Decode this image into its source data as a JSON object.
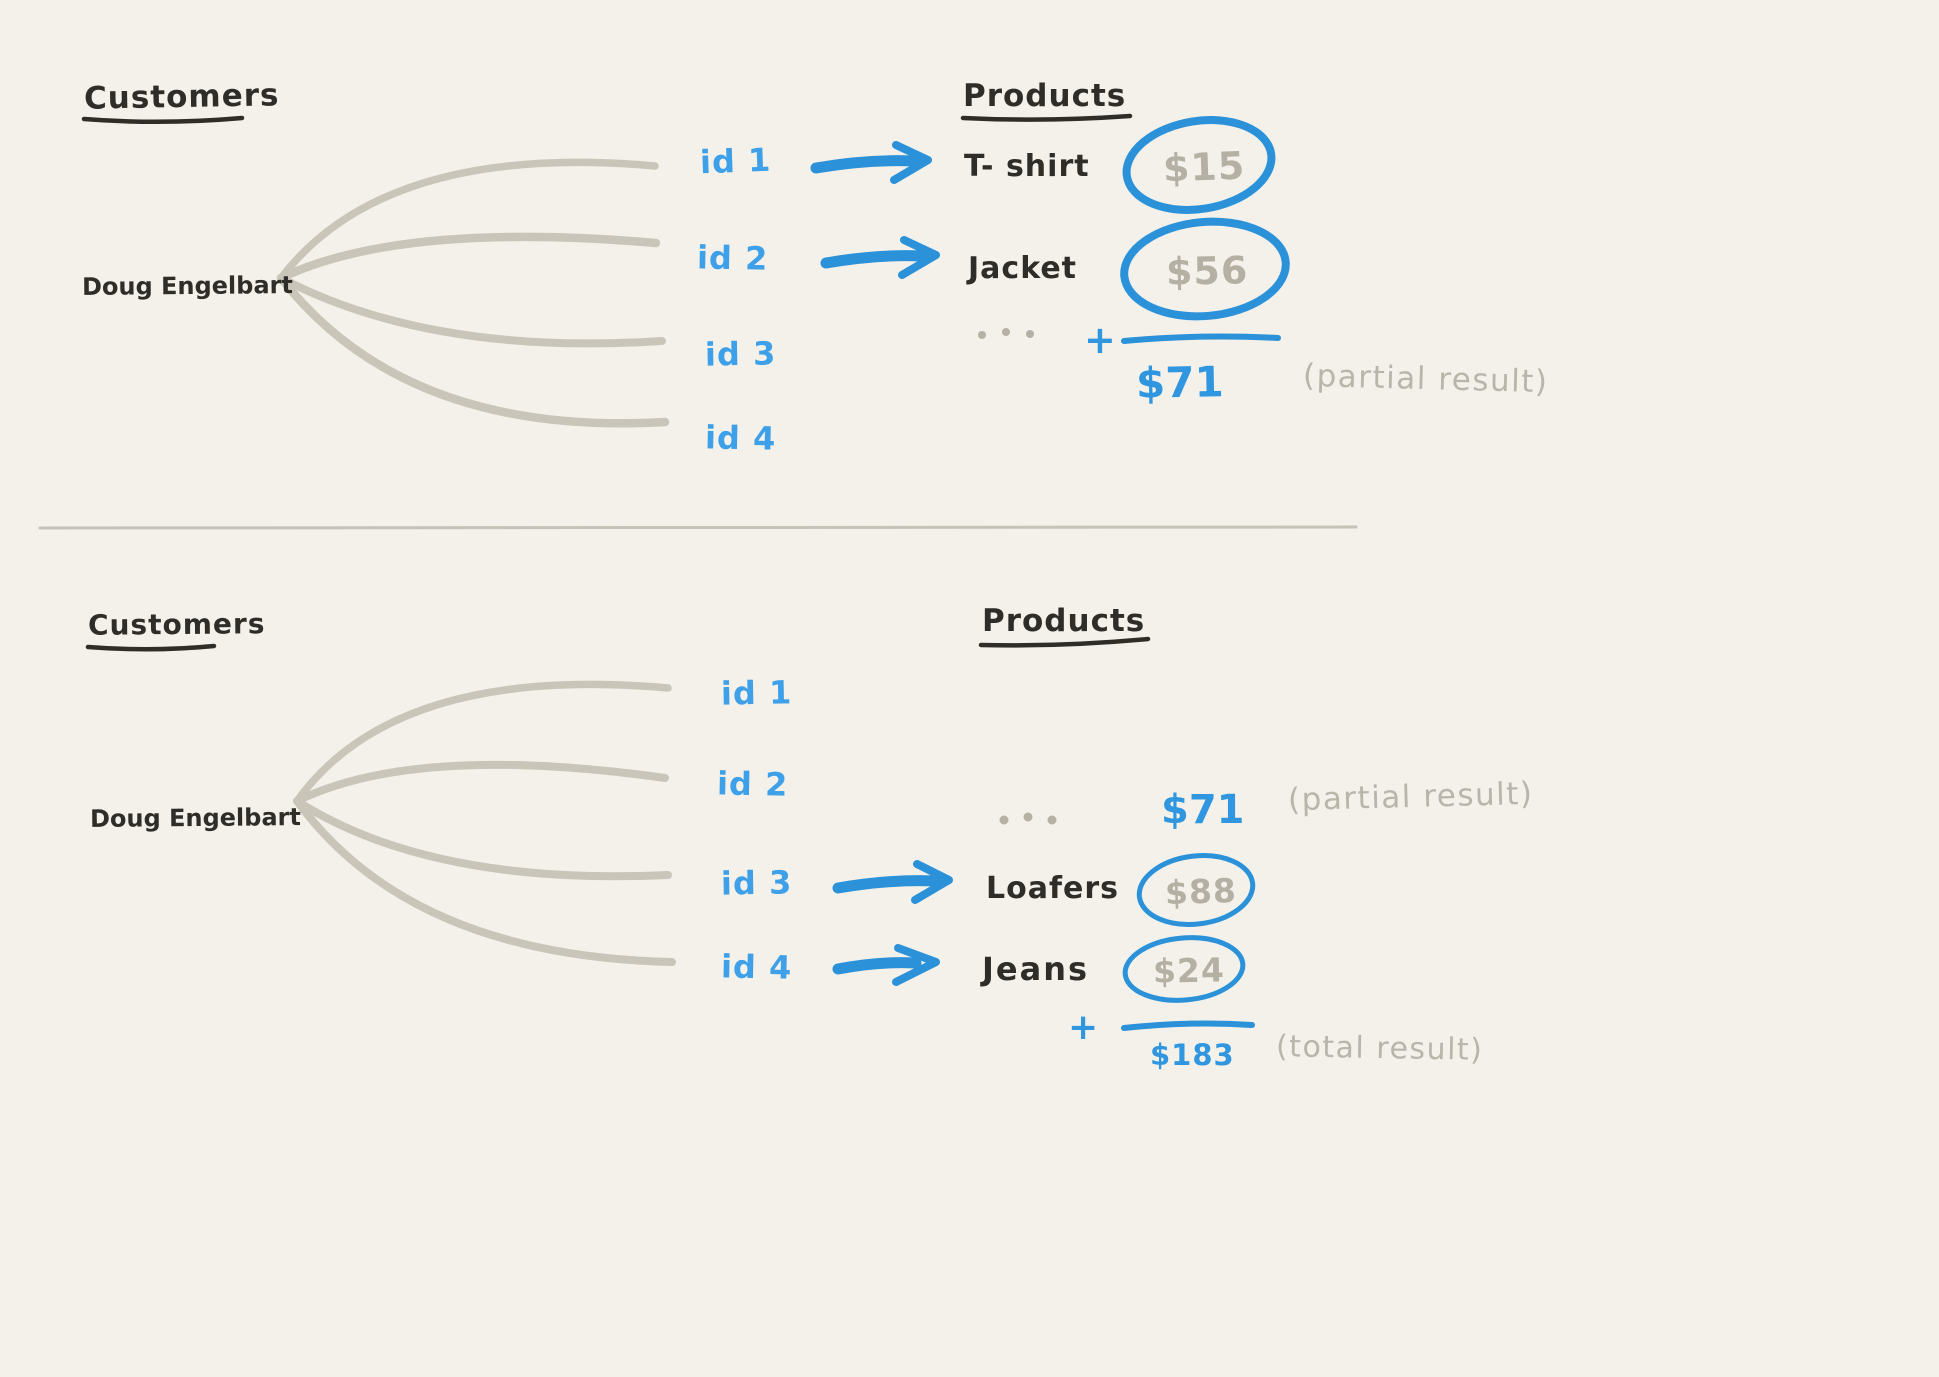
{
  "colors": {
    "background": "#f3f1ea",
    "ink": "#2f2d28",
    "blue_text": "#3da0e8",
    "blue_stroke": "#2b91d9",
    "gray_stroke": "#c9c5b9",
    "gray_price_text": "#b4b0a4",
    "gray_note_text": "#b9b5ab"
  },
  "top_panel": {
    "customers_heading": "Customers",
    "products_heading": "Products",
    "customer_name": "Doug Engelbart",
    "ids": [
      "id 1",
      "id 2",
      "id 3",
      "id 4"
    ],
    "products": [
      {
        "name": "T- shirt",
        "price": "$15"
      },
      {
        "name": "Jacket",
        "price": "$56"
      }
    ],
    "ellipsis": "...",
    "plus": "+",
    "sum": "$71",
    "note": "(partial result)"
  },
  "bottom_panel": {
    "customers_heading": "Customers",
    "products_heading": "Products",
    "customer_name": "Doug Engelbart",
    "ids": [
      "id 1",
      "id 2",
      "id 3",
      "id 4"
    ],
    "carryover": {
      "ellipsis": "...",
      "sum": "$71",
      "note": "(partial result)"
    },
    "products": [
      {
        "name": "Loafers",
        "price": "$88"
      },
      {
        "name": "Jeans",
        "price": "$24"
      }
    ],
    "plus": "+",
    "total": "$183",
    "note": "(total result)"
  }
}
